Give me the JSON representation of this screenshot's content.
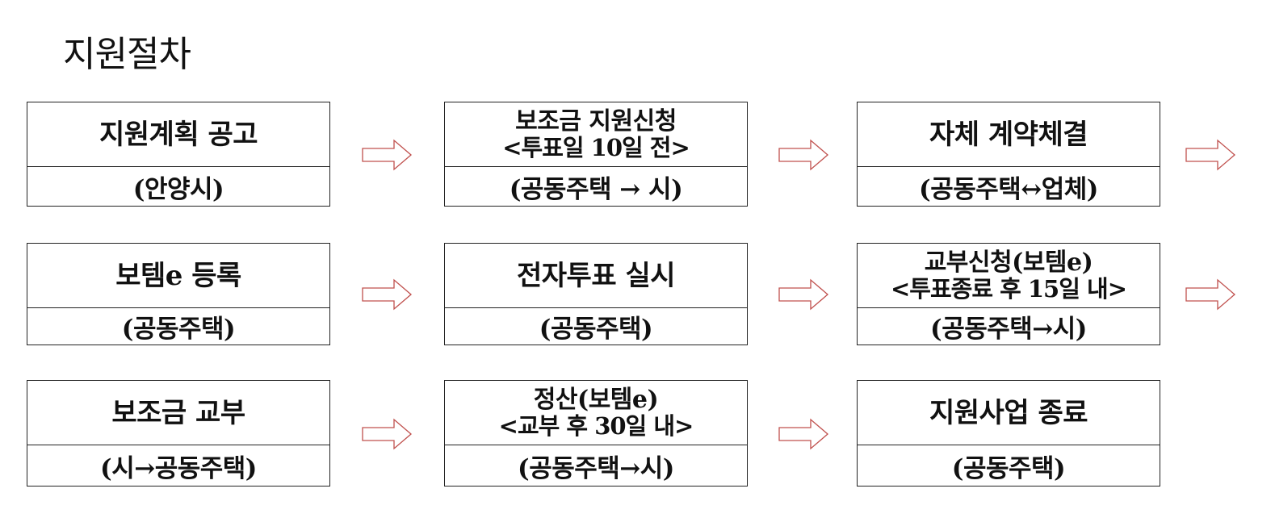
{
  "title": "지원절차",
  "arrow_color": "#c0504d",
  "steps": [
    {
      "title": "지원계획 공고",
      "note": "",
      "actor": "(안양시)"
    },
    {
      "title": "보조금 지원신청",
      "note": "<투표일 10일 전>",
      "actor": "(공동주택 → 시)"
    },
    {
      "title": "자체 계약체결",
      "note": "",
      "actor": "(공동주택↔업체)"
    },
    {
      "title": "보템e 등록",
      "note": "",
      "actor": "(공동주택)"
    },
    {
      "title": "전자투표 실시",
      "note": "",
      "actor": "(공동주택)"
    },
    {
      "title": "교부신청(보템e)",
      "note": "<투표종료 후 15일 내>",
      "actor": "(공동주택→시)"
    },
    {
      "title": "보조금 교부",
      "note": "",
      "actor": "(시→공동주택)"
    },
    {
      "title": "정산(보템e)",
      "note": "<교부 후 30일 내>",
      "actor": "(공동주택→시)"
    },
    {
      "title": "지원사업 종료",
      "note": "",
      "actor": "(공동주택)"
    }
  ]
}
